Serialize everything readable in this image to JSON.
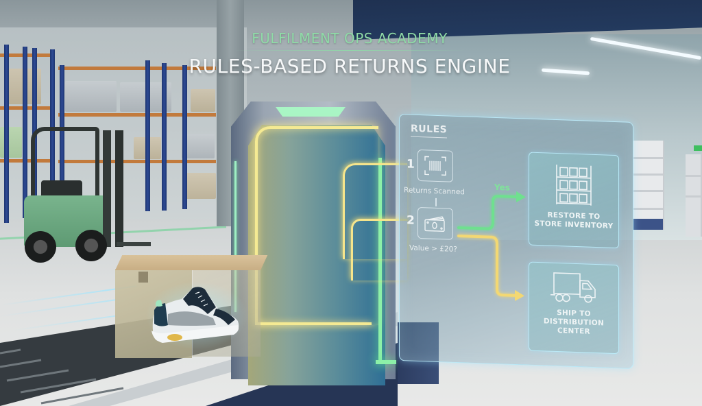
{
  "header": {
    "subtitle": "FULFILMENT OPS ACADEMY",
    "title": "RULES-BASED RETURNS ENGINE"
  },
  "rules_panel": {
    "heading": "RULES",
    "rules": [
      {
        "number": "1",
        "icon": "barcode-scan-icon",
        "label": "Returns Scanned"
      },
      {
        "number": "2",
        "icon": "cash-icon",
        "label": "Value > £20?"
      }
    ],
    "branch_yes_label": "Yes"
  },
  "outcomes": [
    {
      "icon": "shelving-inventory-icon",
      "label_line1": "RESTORE TO",
      "label_line2": "STORE INVENTORY",
      "connector": "yes",
      "connector_color": "#6fe08f"
    },
    {
      "icon": "delivery-truck-icon",
      "label_line1": "SHIP TO",
      "label_line2": "DISTRIBUTION",
      "label_line3": "CENTER",
      "connector": "no",
      "connector_color": "#f3d873"
    }
  ],
  "colors": {
    "accent_green": "#8fdba7",
    "flow_yes": "#6fe08f",
    "flow_no": "#f3d873",
    "gate_glow_yellow": "#f5ea93",
    "panel_border": "#bef0ff",
    "navy": "#233a5e"
  },
  "scene": {
    "item_on_conveyor": "sneaker in cardboard box",
    "background": "warehouse with forklift and racking",
    "scanner": "scanning gate"
  }
}
